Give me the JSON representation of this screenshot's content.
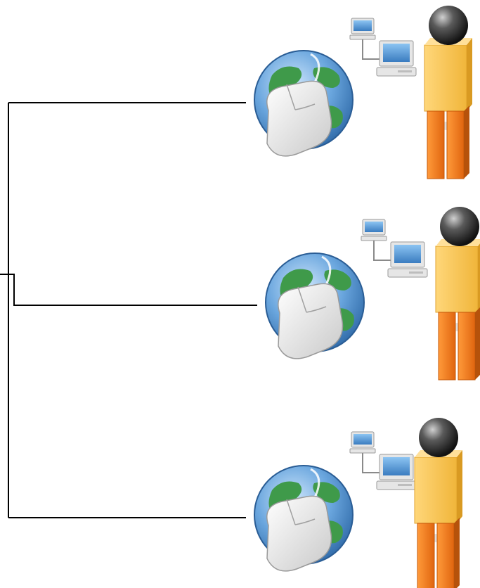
{
  "diagram": {
    "background": "#ffffff",
    "line_color": "#000000",
    "nodes": [
      {
        "id": "node-1",
        "icons": [
          "globe-mouse-icon",
          "networked-computers-icon",
          "person-icon"
        ]
      },
      {
        "id": "node-2",
        "icons": [
          "globe-mouse-icon",
          "networked-computers-icon",
          "person-icon"
        ]
      },
      {
        "id": "node-3",
        "icons": [
          "globe-mouse-icon",
          "networked-computers-icon",
          "person-icon"
        ]
      }
    ],
    "colors": {
      "globe_ocean": "#6aa6de",
      "globe_land": "#3f9a4a",
      "person_body": "#f7c64a",
      "person_legs": "#f07a1c",
      "person_head": "#2a2a2a",
      "monitor_screen": "#4d8fcf"
    }
  }
}
